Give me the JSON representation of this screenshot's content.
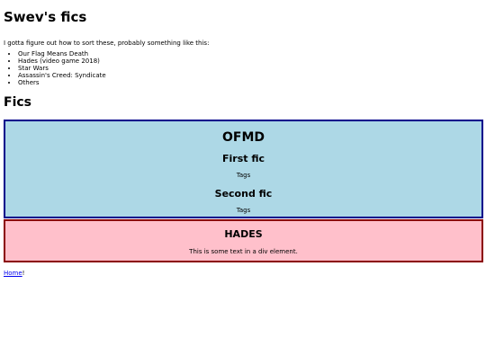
{
  "page": {
    "title": "Swev's fics",
    "intro": "I gotta figure out how to sort these, probably something like this:",
    "fandom_list": [
      "Our Flag Means Death",
      "Hades (video game 2018)",
      "Star Wars",
      "Assassin's Creed: Syndicate",
      "Others"
    ],
    "section_title": "Fics"
  },
  "ofmd_box": {
    "title": "OFMD",
    "background_color": "#add8e6",
    "border_color": "#00008b",
    "fics": [
      {
        "title": "First fic",
        "tags": "Tags"
      },
      {
        "title": "Second fic",
        "tags": "Tags"
      }
    ]
  },
  "hades_box": {
    "title": "HADES",
    "text": "This is some text in a div element.",
    "background_color": "#ffc0cb",
    "border_color": "#8b0000"
  },
  "footer": {
    "link_label": "Home",
    "suffix": "!",
    "link_color": "#0000ee"
  }
}
